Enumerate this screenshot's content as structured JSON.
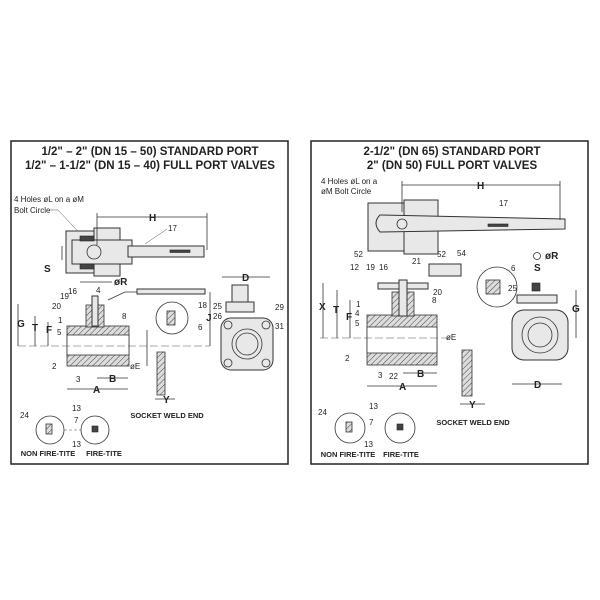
{
  "left_panel": {
    "title_line1": "1/2\" – 2\" (DN 15 – 50) STANDARD PORT",
    "title_line2": "1/2\" – 1-1/2\" (DN 15 – 40) FULL PORT VALVES",
    "bolt_note_line1": "4 Holes øL on a øM",
    "bolt_note_line2": "Bolt Circle",
    "dims": {
      "H": "H",
      "S": "S",
      "R": "øR",
      "D": "D",
      "G": "G",
      "T": "T",
      "F": "F",
      "J": "J",
      "E": "øE",
      "B": "B",
      "A": "A",
      "Y": "Y"
    },
    "parts": [
      "17",
      "16",
      "4",
      "19",
      "20",
      "1",
      "5",
      "8",
      "18",
      "6",
      "25",
      "26",
      "29",
      "31",
      "2",
      "3",
      "24",
      "13",
      "7",
      "13"
    ],
    "socket_weld_label": "SOCKET WELD END",
    "non_fire_tite_label": "NON FIRE-TITE",
    "fire_tite_label": "FIRE-TITE"
  },
  "right_panel": {
    "title_line1": "2-1/2\" (DN 65) STANDARD PORT",
    "title_line2": "2\" (DN 50) FULL PORT VALVES",
    "bolt_note_line1": "4 Holes øL on a",
    "bolt_note_line2": "øM Bolt Circle",
    "dims": {
      "H": "H",
      "R": "øR",
      "S": "S",
      "X": "X",
      "T": "T",
      "F": "F",
      "G": "G",
      "E": "øE",
      "B": "B",
      "A": "A",
      "D": "D",
      "Y": "Y"
    },
    "parts": [
      "17",
      "52",
      "52",
      "54",
      "21",
      "12",
      "19",
      "16",
      "20",
      "6",
      "25",
      "1",
      "4",
      "5",
      "8",
      "2",
      "3",
      "22",
      "24",
      "13",
      "7",
      "13"
    ],
    "socket_weld_label": "SOCKET WELD END",
    "non_fire_tite_label": "NON FIRE-TITE",
    "fire_tite_label": "FIRE-TITE"
  }
}
